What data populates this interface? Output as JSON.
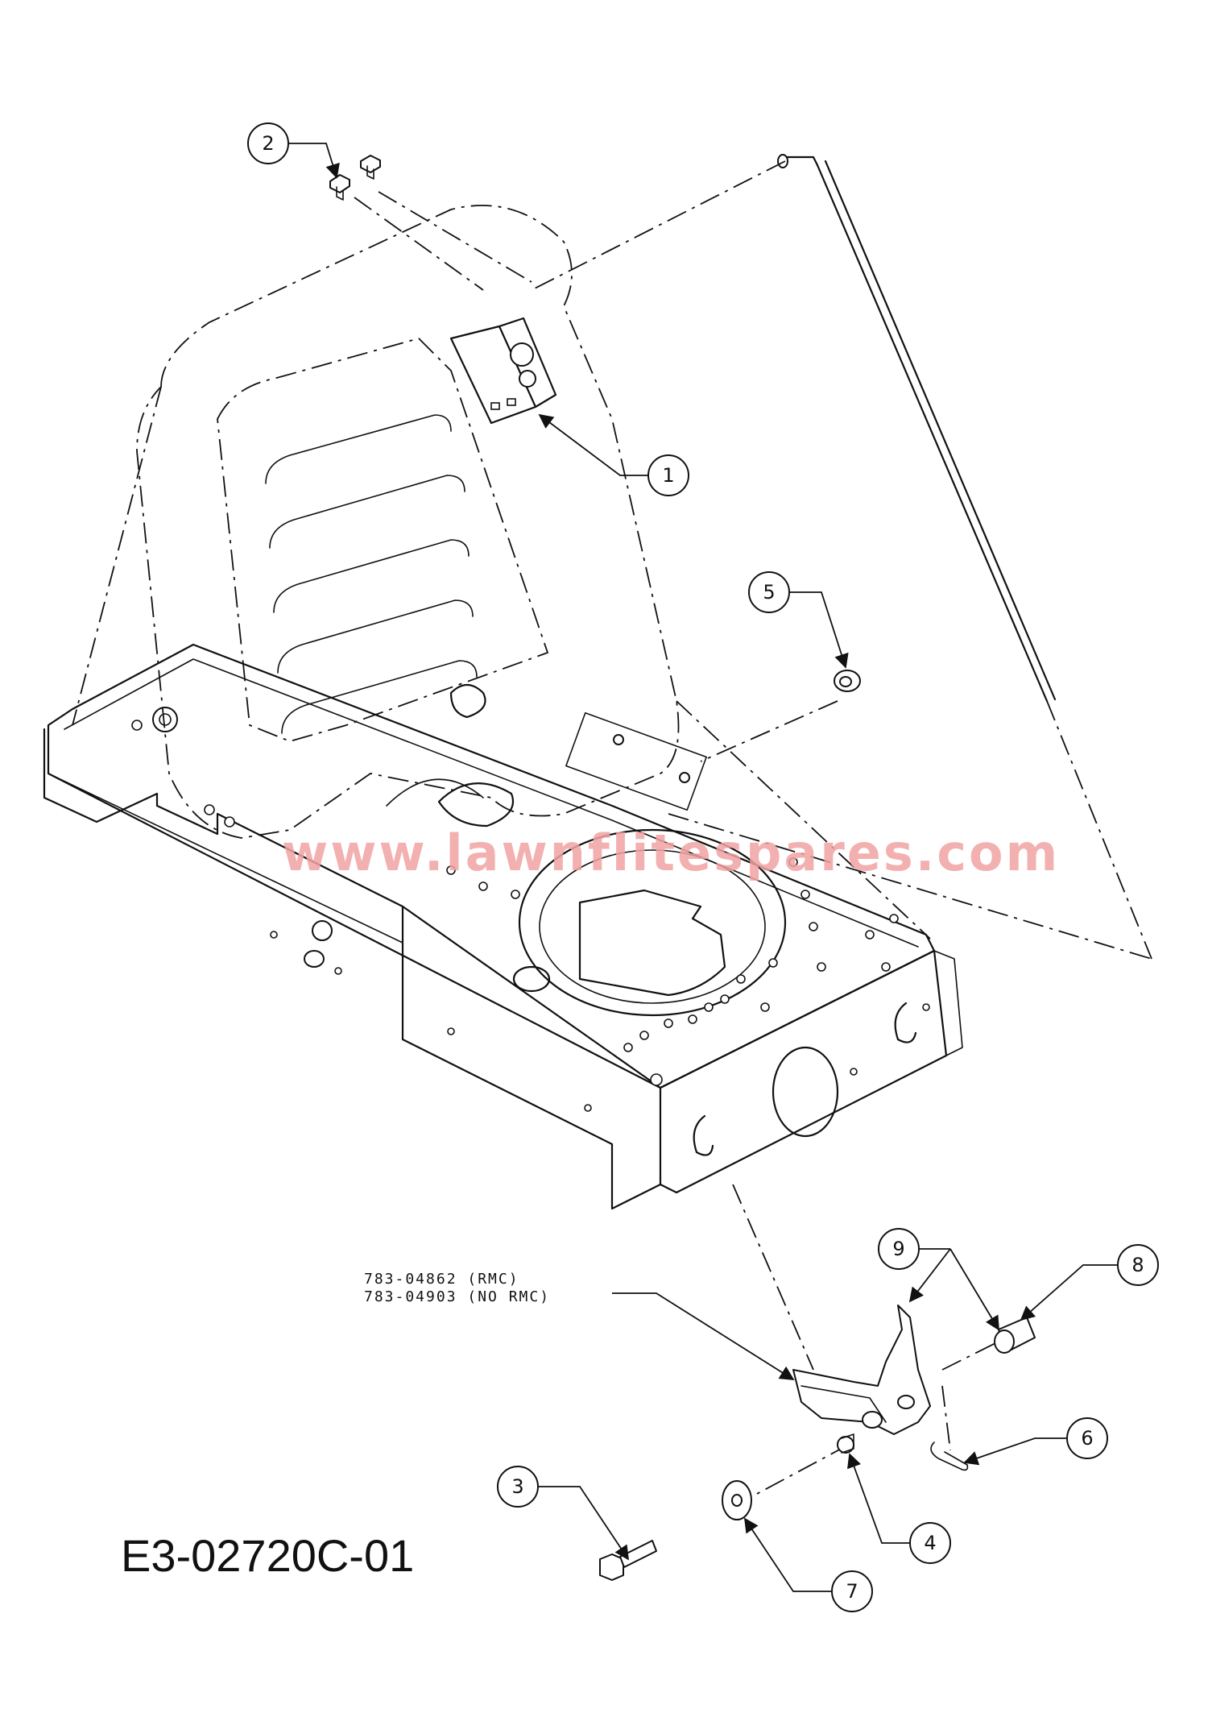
{
  "diagram": {
    "drawing_id": "E3-02720C-01",
    "watermark": "www.lawnflitespares.com",
    "part_numbers": {
      "line1": "783-04862 (RMC)",
      "line2": "783-04903 (NO RMC)"
    },
    "callouts": [
      {
        "label": "1"
      },
      {
        "label": "2"
      },
      {
        "label": "3"
      },
      {
        "label": "4"
      },
      {
        "label": "5"
      },
      {
        "label": "6"
      },
      {
        "label": "7"
      },
      {
        "label": "8"
      },
      {
        "label": "9"
      }
    ]
  }
}
